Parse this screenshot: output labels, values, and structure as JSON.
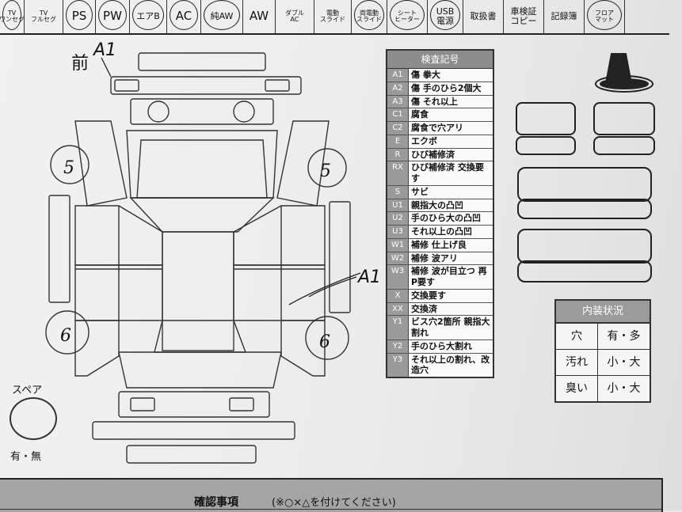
{
  "equipment": [
    {
      "id": "tv_oneseg",
      "label": "TV\nワンセグ",
      "size": "small",
      "circled": true,
      "w": 30
    },
    {
      "id": "tv_fullseg",
      "label": "TV\nフルセグ",
      "size": "small",
      "circled": false,
      "w": 48
    },
    {
      "id": "ps",
      "label": "PS",
      "size": "big",
      "circled": true,
      "w": 40
    },
    {
      "id": "pw",
      "label": "PW",
      "size": "big",
      "circled": true,
      "w": 42
    },
    {
      "id": "aircon_bag",
      "label": "エアB",
      "size": "mid",
      "circled": true,
      "w": 46
    },
    {
      "id": "ac",
      "label": "AC",
      "size": "big",
      "circled": true,
      "w": 42
    },
    {
      "id": "pure_aw",
      "label": "純AW",
      "size": "mid",
      "circled": true,
      "w": 52
    },
    {
      "id": "aw",
      "label": "AW",
      "size": "big",
      "circled": false,
      "w": 40
    },
    {
      "id": "double_ac",
      "label": "ダブル\nAC",
      "size": "small",
      "circled": false,
      "w": 48
    },
    {
      "id": "electric_slide",
      "label": "電動\nスライド",
      "size": "small",
      "circled": false,
      "w": 46
    },
    {
      "id": "both_slide",
      "label": "両電動\nスライド",
      "size": "small",
      "circled": true,
      "w": 44
    },
    {
      "id": "seat_heater",
      "label": "シート\nヒーター",
      "size": "small",
      "circled": true,
      "w": 50
    },
    {
      "id": "usb_power",
      "label": "USB\n電源",
      "size": "mid",
      "circled": true,
      "w": 44
    },
    {
      "id": "manual",
      "label": "取扱書",
      "size": "mid",
      "circled": false,
      "w": 50
    },
    {
      "id": "inspection_copy",
      "label": "車検証\nコピー",
      "size": "mid",
      "circled": false,
      "w": 50
    },
    {
      "id": "record_book",
      "label": "記録簿",
      "size": "mid",
      "circled": false,
      "w": 50
    },
    {
      "id": "floor_mat",
      "label": "フロア\nマット",
      "size": "small",
      "circled": true,
      "w": 50
    }
  ],
  "diagram": {
    "front_label": "前",
    "marks": {
      "front": "A1",
      "side": "A1",
      "tire_fl": "5",
      "tire_fr": "5",
      "tire_rl": "6",
      "tire_rr": "6"
    }
  },
  "legend": {
    "title": "検査記号",
    "items": [
      {
        "code": "A1",
        "desc": "傷 拳大"
      },
      {
        "code": "A2",
        "desc": "傷 手のひら2個大"
      },
      {
        "code": "A3",
        "desc": "傷 それ以上"
      },
      {
        "code": "C1",
        "desc": "腐食"
      },
      {
        "code": "C2",
        "desc": "腐食で穴アリ"
      },
      {
        "code": "E",
        "desc": "エクボ"
      },
      {
        "code": "R",
        "desc": "ひび補修済"
      },
      {
        "code": "RX",
        "desc": "ひび補修済 交換要す"
      },
      {
        "code": "S",
        "desc": "サビ"
      },
      {
        "code": "U1",
        "desc": "親指大の凸凹"
      },
      {
        "code": "U2",
        "desc": "手のひら大の凸凹"
      },
      {
        "code": "U3",
        "desc": "それ以上の凸凹"
      },
      {
        "code": "W1",
        "desc": "補修 仕上げ良"
      },
      {
        "code": "W2",
        "desc": "補修 波アリ"
      },
      {
        "code": "W3",
        "desc": "補修 波が目立つ 再P要す"
      },
      {
        "code": "X",
        "desc": "交換要す"
      },
      {
        "code": "XX",
        "desc": "交換済"
      },
      {
        "code": "Y1",
        "desc": "ビス穴2箇所 親指大割れ"
      },
      {
        "code": "Y2",
        "desc": "手のひら大割れ"
      },
      {
        "code": "Y3",
        "desc": "それ以上の割れ、改造穴"
      }
    ]
  },
  "interior": {
    "title": "内装状況",
    "rows": [
      {
        "label": "穴",
        "value": "有・多"
      },
      {
        "label": "汚れ",
        "value": "小・大"
      },
      {
        "label": "臭い",
        "value": "小・大"
      }
    ]
  },
  "spare": {
    "label": "スペア",
    "value": "有・無"
  },
  "confirm": {
    "title": "確認事項",
    "note": "(※○×△を付けてください)"
  },
  "colors": {
    "ink": "#111111",
    "legend_header": "#8d8d8d",
    "legend_code": "#9a9a9a",
    "paper": "#efefef"
  }
}
